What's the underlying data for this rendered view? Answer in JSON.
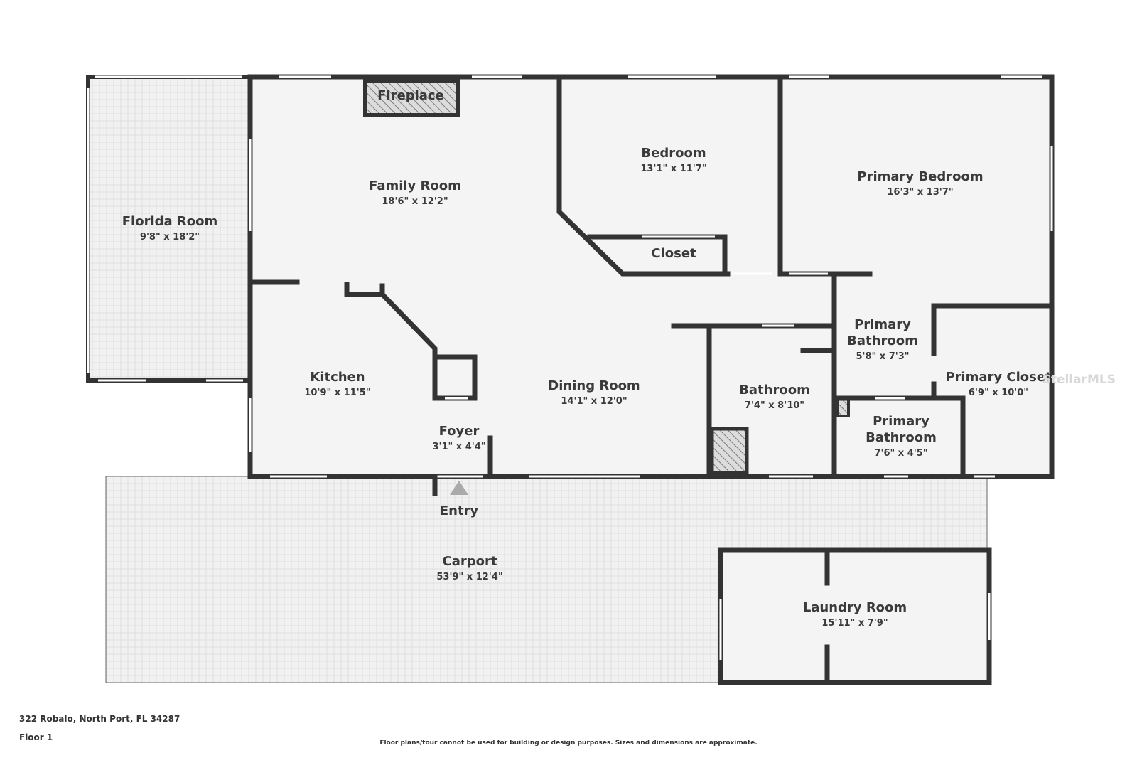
{
  "address": "322 Robalo, North Port, FL 34287",
  "floor": "Floor 1",
  "disclaimer": "Floor plans/tour cannot be used for building or design purposes. Sizes and dimensions are approximate.",
  "watermark": "StellarMLS",
  "entry_label": "Entry",
  "colors": {
    "wall": "#333333",
    "floor": "#f4f4f4",
    "outdoor": "#ededed",
    "text": "#3a3a3a"
  },
  "rooms": {
    "florida": {
      "name": "Florida Room",
      "dim": "9'8\" x 18'2\""
    },
    "family": {
      "name": "Family Room",
      "dim": "18'6\" x 12'2\""
    },
    "fireplace": {
      "name": "Fireplace"
    },
    "bedroom": {
      "name": "Bedroom",
      "dim": "13'1\" x 11'7\""
    },
    "closet": {
      "name": "Closet"
    },
    "primary_bedroom": {
      "name": "Primary Bedroom",
      "dim": "16'3\" x 13'7\""
    },
    "primary_bath1": {
      "name1": "Primary",
      "name2": "Bathroom",
      "dim": "5'8\" x 7'3\""
    },
    "primary_closet": {
      "name": "Primary Closet",
      "dim": "6'9\" x 10'0\""
    },
    "kitchen": {
      "name": "Kitchen",
      "dim": "10'9\" x 11'5\""
    },
    "dining": {
      "name": "Dining Room",
      "dim": "14'1\" x 12'0\""
    },
    "foyer": {
      "name": "Foyer",
      "dim": "3'1\" x 4'4\""
    },
    "bathroom": {
      "name": "Bathroom",
      "dim": "7'4\" x 8'10\""
    },
    "primary_bath2": {
      "name1": "Primary",
      "name2": "Bathroom",
      "dim": "7'6\" x 4'5\""
    },
    "carport": {
      "name": "Carport",
      "dim": "53'9\" x 12'4\""
    },
    "laundry": {
      "name": "Laundry Room",
      "dim": "15'11\" x 7'9\""
    }
  }
}
